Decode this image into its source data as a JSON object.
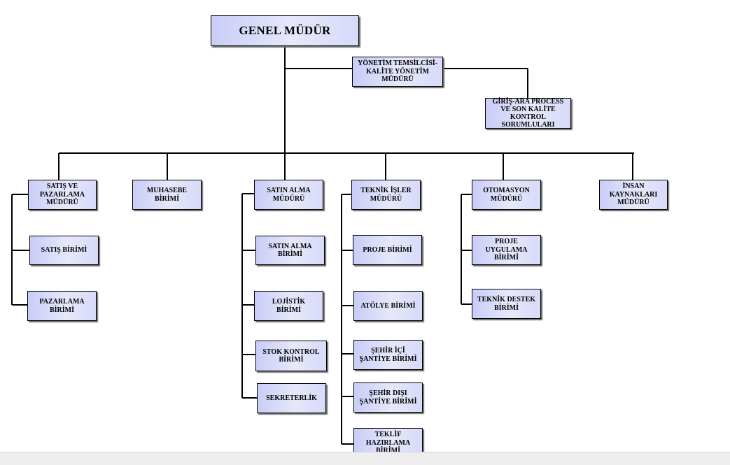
{
  "general_manager": "GENEL MÜDÜR",
  "quality_manager": "YÖNETİM TEMSİLCİSİ-\nKALİTE YÖNETİM\nMÜDÜRÜ",
  "quality_control": "GİRİŞ-ARA PROCESS\nVE SON KALİTE\nKONTROL\nSORUMLULARI",
  "departments": {
    "sales": "SATIŞ VE\nPAZARLAMA\nMÜDÜRÜ",
    "accounting": "MUHASEBE\nBİRİMİ",
    "purchasing": "SATIN ALMA\nMÜDÜRÜ",
    "technical": "TEKNİK İŞLER\nMÜDÜRÜ",
    "automation": "OTOMASYON\nMÜDÜRÜ",
    "hr": "İNSAN\nKAYNAKLARI\nMÜDÜRÜ"
  },
  "sales_units": [
    "SATIŞ BİRİMİ",
    "PAZARLAMA\nBİRİMİ"
  ],
  "purchasing_units": [
    "SATIN ALMA\nBİRİMİ",
    "LOJİSTİK\nBİRİMİ",
    "STOK KONTROL\nBİRİMİ",
    "SEKRETERLİK"
  ],
  "technical_units": [
    "PROJE BİRİMİ",
    "ATÖLYE BİRİMİ",
    "ŞEHİR İÇİ\nŞANTİYE BİRİMİ",
    "ŞEHİR DIŞI\nŞANTİYE BİRİMİ",
    "TEKLİF\nHAZIRLAMA\nBİRİMİ"
  ],
  "automation_units": [
    "PROJE\nUYGULAMA\nBİRİMİ",
    "TEKNİK DESTEK\nBİRİMİ"
  ],
  "colors": {
    "box_fill": "#d3d6f8",
    "line": "#000000"
  }
}
